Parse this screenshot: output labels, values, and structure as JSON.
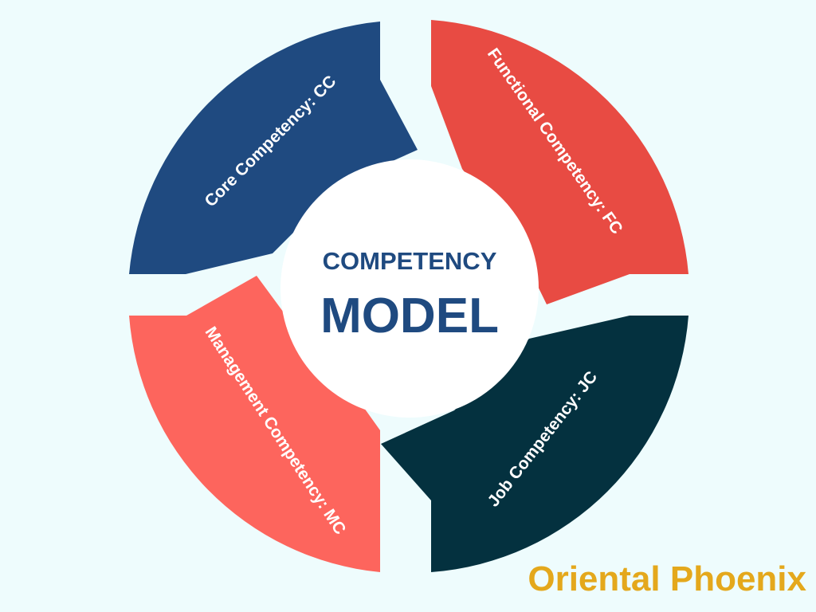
{
  "diagram": {
    "center": {
      "line1": "COMPETENCY",
      "line2": "MODEL"
    },
    "segments": [
      {
        "id": "core",
        "label": "Core Competency: CC",
        "color": "#1f4a80"
      },
      {
        "id": "functional",
        "label": "Functional Competency: FC",
        "color": "#e84b43"
      },
      {
        "id": "job",
        "label": "Job Competency: JC",
        "color": "#04313f"
      },
      {
        "id": "management",
        "label": "Management Competency: MC",
        "color": "#fd655d"
      }
    ],
    "colors": {
      "background": "#eefcfd",
      "center_fill": "#ffffff",
      "center_text": "#1f4a80"
    }
  },
  "watermark": {
    "text": "Oriental Phoenix",
    "color": "#e4a81c"
  }
}
